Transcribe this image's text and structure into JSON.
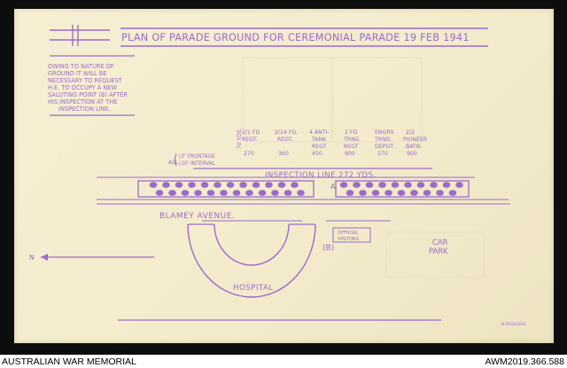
{
  "plan": {
    "title": "PLAN OF PARADE GROUND FOR CEREMONIAL PARADE 19 FEB 1941",
    "note_lines": [
      "OWING TO NATURE OF",
      "GROUND IT WILL BE",
      "NECESSARY TO REQUEST",
      "H.E. TO OCCUPY A NEW",
      "SALUTING POINT (B) AFTER",
      "HIS INSPECTION AT THE",
      "INSPECTION LINE."
    ],
    "distance_label": "70 YDS.",
    "all_label": "ALL",
    "frontage_label": "(3' FRONTAGE",
    "interval_label": "(10' INTERVAL",
    "units": [
      {
        "line1": "2/1 FD",
        "line2": "REGT.",
        "line3": "",
        "strength": "270"
      },
      {
        "line1": "2/14 FD.",
        "line2": "REGT.",
        "line3": "",
        "strength": "360"
      },
      {
        "line1": "4 ANTI-",
        "line2": "TANK",
        "line3": "REGT",
        "strength": "450"
      },
      {
        "line1": "2 FD",
        "line2": "TRNG",
        "line3": "REGT",
        "strength": "900"
      },
      {
        "line1": "ENGRS",
        "line2": "TRNG.",
        "line3": "DEPOT",
        "strength": "370"
      },
      {
        "line1": "2/2",
        "line2": "PIONEER",
        "line3": "BATN.",
        "strength": "900"
      }
    ],
    "inspection_line": "INSPECTION LINE 272 YDS.",
    "point_a": "A",
    "road": "BLAMEY AVENUE.",
    "official_visitors_1": "OFFICIAL",
    "official_visitors_2": "VISITORS",
    "saluting_point": "(B)",
    "car_park_1": "CAR",
    "car_park_2": "PARK",
    "hospital": "HOSPITAL",
    "north": "N",
    "signature": "B.RODGERS",
    "ink_color": "#9a6cc9",
    "paper_color": "#f4ecce"
  },
  "footer": {
    "left": "AUSTRALIAN WAR MEMORIAL",
    "right": "AWM2019.366.588"
  }
}
